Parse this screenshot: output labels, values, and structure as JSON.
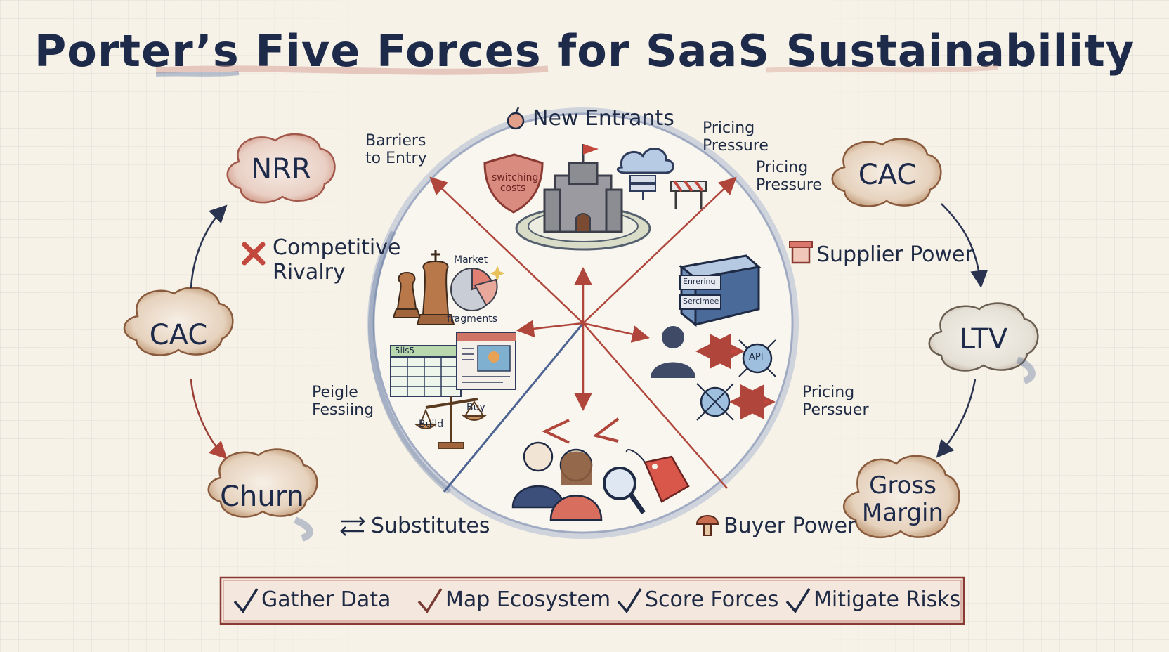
{
  "title": "Porter’s Five Forces for SaaS Sustainability",
  "forces": {
    "new_entrants": "New Entrants",
    "competitive_rivalry": "Competitive Rivalry",
    "supplier_power": "Supplier Power",
    "buyer_power": "Buyer Power",
    "substitutes": "Substitutes"
  },
  "annotations": {
    "barriers_to_entry": "Barriers to Entry",
    "pricing_pressure_1": "Pricing Pressure",
    "pricing_pressure_2": "Pricing Pressure",
    "pricing_perssuer": "Pricing Perssuer",
    "peigle_fessiing": "Peigle Fessiing"
  },
  "inner_labels": {
    "switching_costs": "switching costs",
    "market": "Market",
    "fragments": "fragments",
    "build": "Build",
    "buy": "Buy",
    "api": "API",
    "spreadsheet_header": "5lis5",
    "server_label_1": "Enrering",
    "server_label_2": "Sercimee"
  },
  "left_cycle": [
    "NRR",
    "CAC",
    "Churn"
  ],
  "right_cycle": [
    "CAC",
    "LTV",
    "Gross Margin"
  ],
  "checklist": [
    "Gather Data",
    "Map Ecosystem",
    "Score Forces",
    "Mitigate Risks"
  ],
  "icons": {
    "new_entrants": "bomb-icon",
    "rivalry": "cross-swords-icon",
    "supplier": "container-icon",
    "buyer": "mushroom-icon",
    "substitutes": "swap-arrows-icon",
    "check": "checkmark-icon"
  },
  "colors": {
    "ink": "#1d2a4a",
    "red_accent": "#c2473c",
    "blue_wash": "#5a7ba8",
    "brown_wash": "#a06a4a"
  }
}
